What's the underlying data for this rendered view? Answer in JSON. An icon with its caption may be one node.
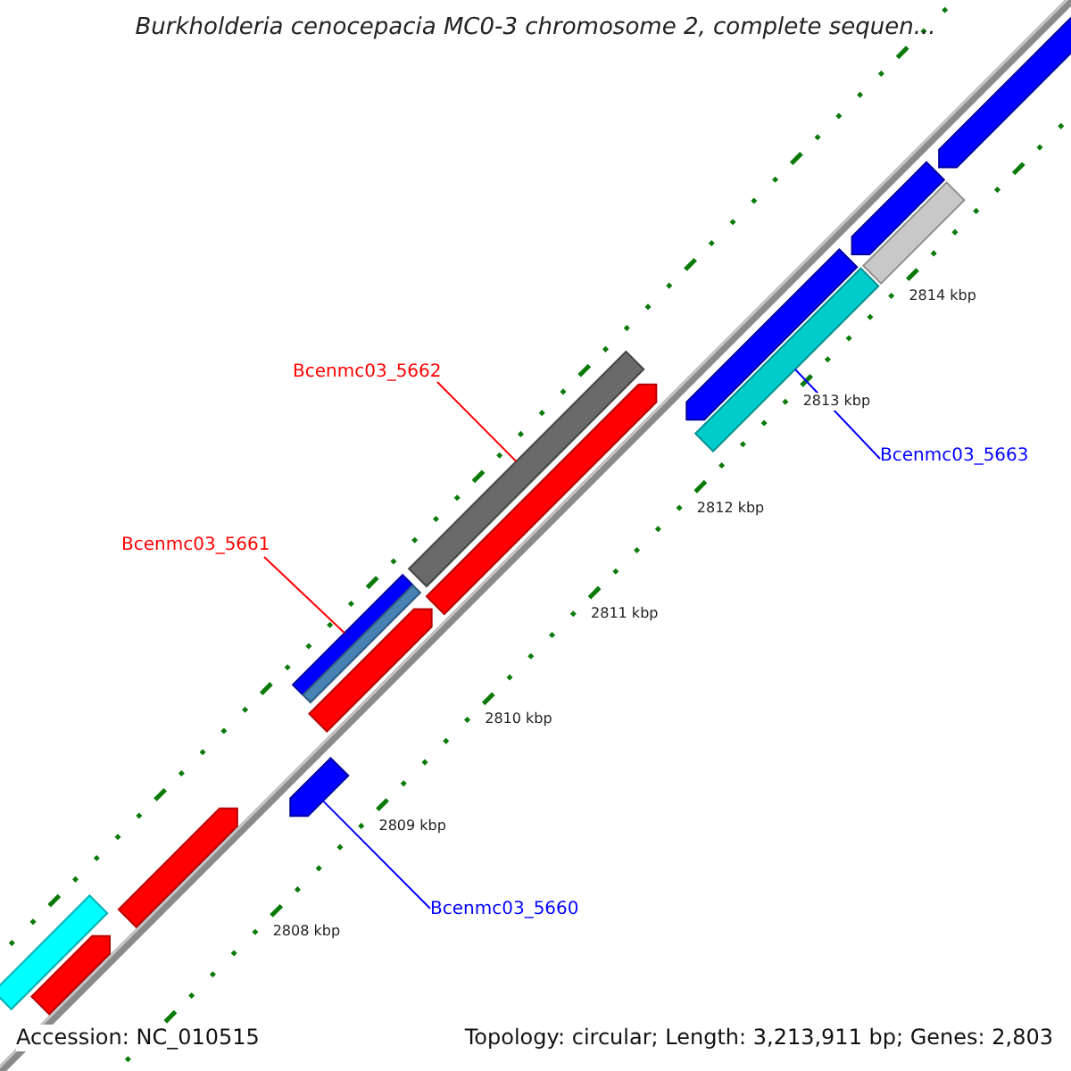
{
  "diagram": {
    "title": "Burkholderia cenocepacia MC0-3 chromosome 2, complete sequen...",
    "nodes": [
      {
        "text": [
          "Bcenmc03_5662"
        ]
      },
      {
        "text": [],
        "shape": "bar"
      },
      {
        "text": [
          "Bcenmc03_5663"
        ]
      },
      {
        "text": [],
        "shape": "bar"
      },
      {
        "text": [
          "Bcenmc03_5661"
        ]
      },
      {
        "text": [],
        "shape": "bar"
      },
      {
        "text": [
          "Bcenmc03_5660"
        ]
      },
      {
        "text": [],
        "shape": "bar"
      },
      {
        "text": [],
        "shape": "bar"
      },
      {
        "text": [],
        "shape": "bar"
      },
      {
        "text": [],
        "shape": "bar"
      },
      {
        "text": [],
        "shape": "bar"
      },
      {
        "text": [],
        "shape": "bar"
      },
      {
        "text": [],
        "shape": "bar"
      },
      {
        "text": [],
        "shape": "bar"
      },
      {
        "text": [],
        "shape": "bar"
      },
      {
        "text": [],
        "shape": "bar"
      }
    ],
    "edges": [
      {
        "from": 0,
        "to": 1,
        "arrow": "none",
        "color": "#ff0000"
      },
      {
        "from": 2,
        "to": 3,
        "arrow": "none",
        "color": "#0000ff"
      },
      {
        "from": 4,
        "to": 5,
        "arrow": "none",
        "color": "#ff0000"
      },
      {
        "from": 6,
        "to": 7,
        "arrow": "none",
        "color": "#0000ff"
      }
    ],
    "labels": [
      "2814 kbp",
      "2813 kbp",
      "2812 kbp",
      "2811 kbp",
      "2810 kbp",
      "2809 kbp",
      "2808 kbp",
      "Accession: NC_010515",
      "Topology: circular; Length: 3,213,911 bp; Genes: 2,803"
    ]
  }
}
